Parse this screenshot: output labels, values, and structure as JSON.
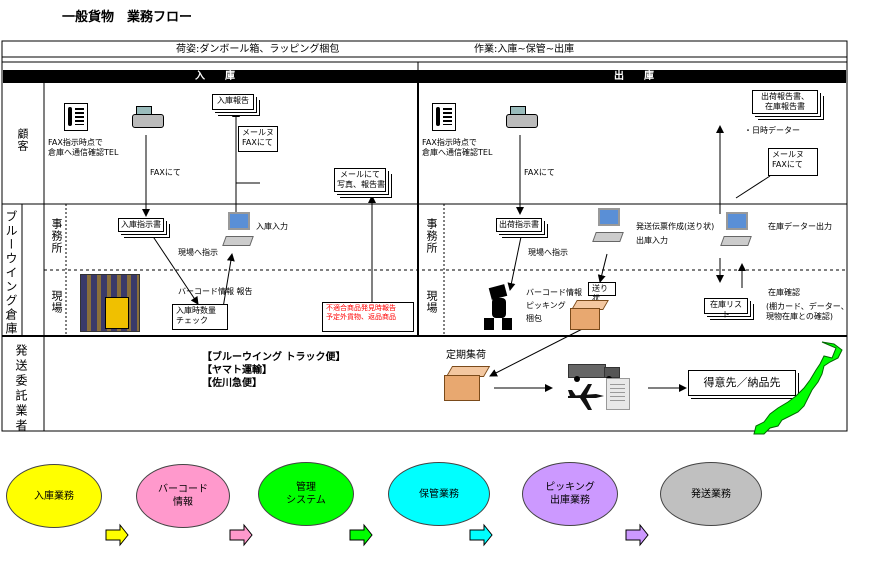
{
  "title": "一般貨物　業務フロー",
  "header": {
    "package_text": "荷姿:ダンボール箱、ラッピング梱包",
    "work_text": "作業:入庫~保管~出庫"
  },
  "sections": {
    "inbound": "入　　庫",
    "outbound": "出　　庫"
  },
  "rows": {
    "customer": "顧客",
    "warehouse": "ブルーウイング倉庫",
    "office": "事務所",
    "site": "現場",
    "carrier": "発送委託業者"
  },
  "inbound": {
    "fax_note": "FAX指示時点で\n倉庫へ通信確認TEL",
    "fax_label": "FAXにて",
    "report_doc": "入庫報告",
    "mail_fax": "メールヌ\nFAXにて",
    "mail_photo": "メールにて\n写真、報告書",
    "instruction_doc": "入庫指示書",
    "entry_label": "入庫入力",
    "site_instruction": "現場へ指示",
    "barcode_report": "バーコード情報 報告",
    "check_box": "入庫時数量\nチェック",
    "defect_box": "不適合商品発見時報告　　予定外貨物、返品商品"
  },
  "outbound": {
    "fax_note": "FAX指示時点で\n倉庫へ通信確認TEL",
    "fax_label": "FAXにて",
    "report_doc": "出荷報告書、\n在庫報告書",
    "datetime_data": "・日時データー",
    "mail_fax": "メールヌ\nFAXにて",
    "instruction_doc": "出荷指示書",
    "site_instruction": "現場へ指示",
    "slip_create": "発送伝票作成(送り状)",
    "output_entry": "出庫入力",
    "stock_output": "在庫データー出力",
    "barcode_info": "バーコード情報",
    "picking": "ピッキング",
    "packing": "梱包",
    "waybill": "送り状",
    "stock_list": "在庫リスト",
    "stock_check": "在庫確認",
    "stock_check_note": "(棚カード、データー、\n現物在庫との確認)"
  },
  "carrier": {
    "lines": [
      "【ブルーウイング トラック便】",
      "【ヤマト運輸】",
      "【佐川急便】"
    ],
    "regular_pickup": "定期集荷",
    "destination": "得意先／納品先"
  },
  "process": [
    {
      "label": "入庫業務",
      "color": "#ffff00",
      "arrow_color": "#ffff00"
    },
    {
      "label": "バーコード\n情報",
      "color": "#ff99cc",
      "arrow_color": "#ff99cc"
    },
    {
      "label": "管理\nシステム",
      "color": "#00ff00",
      "arrow_color": "#00ff00"
    },
    {
      "label": "保管業務",
      "color": "#00ffff",
      "arrow_color": "#00ffff"
    },
    {
      "label": "ピッキング\n出庫業務",
      "color": "#cc99ff",
      "arrow_color": "#cc99ff"
    },
    {
      "label": "発送業務",
      "color": "#c0c0c0",
      "arrow_color": null
    }
  ],
  "colors": {
    "section_header": "#000000",
    "defect_text": "#ff0000",
    "japan_map": "#00ff00"
  }
}
